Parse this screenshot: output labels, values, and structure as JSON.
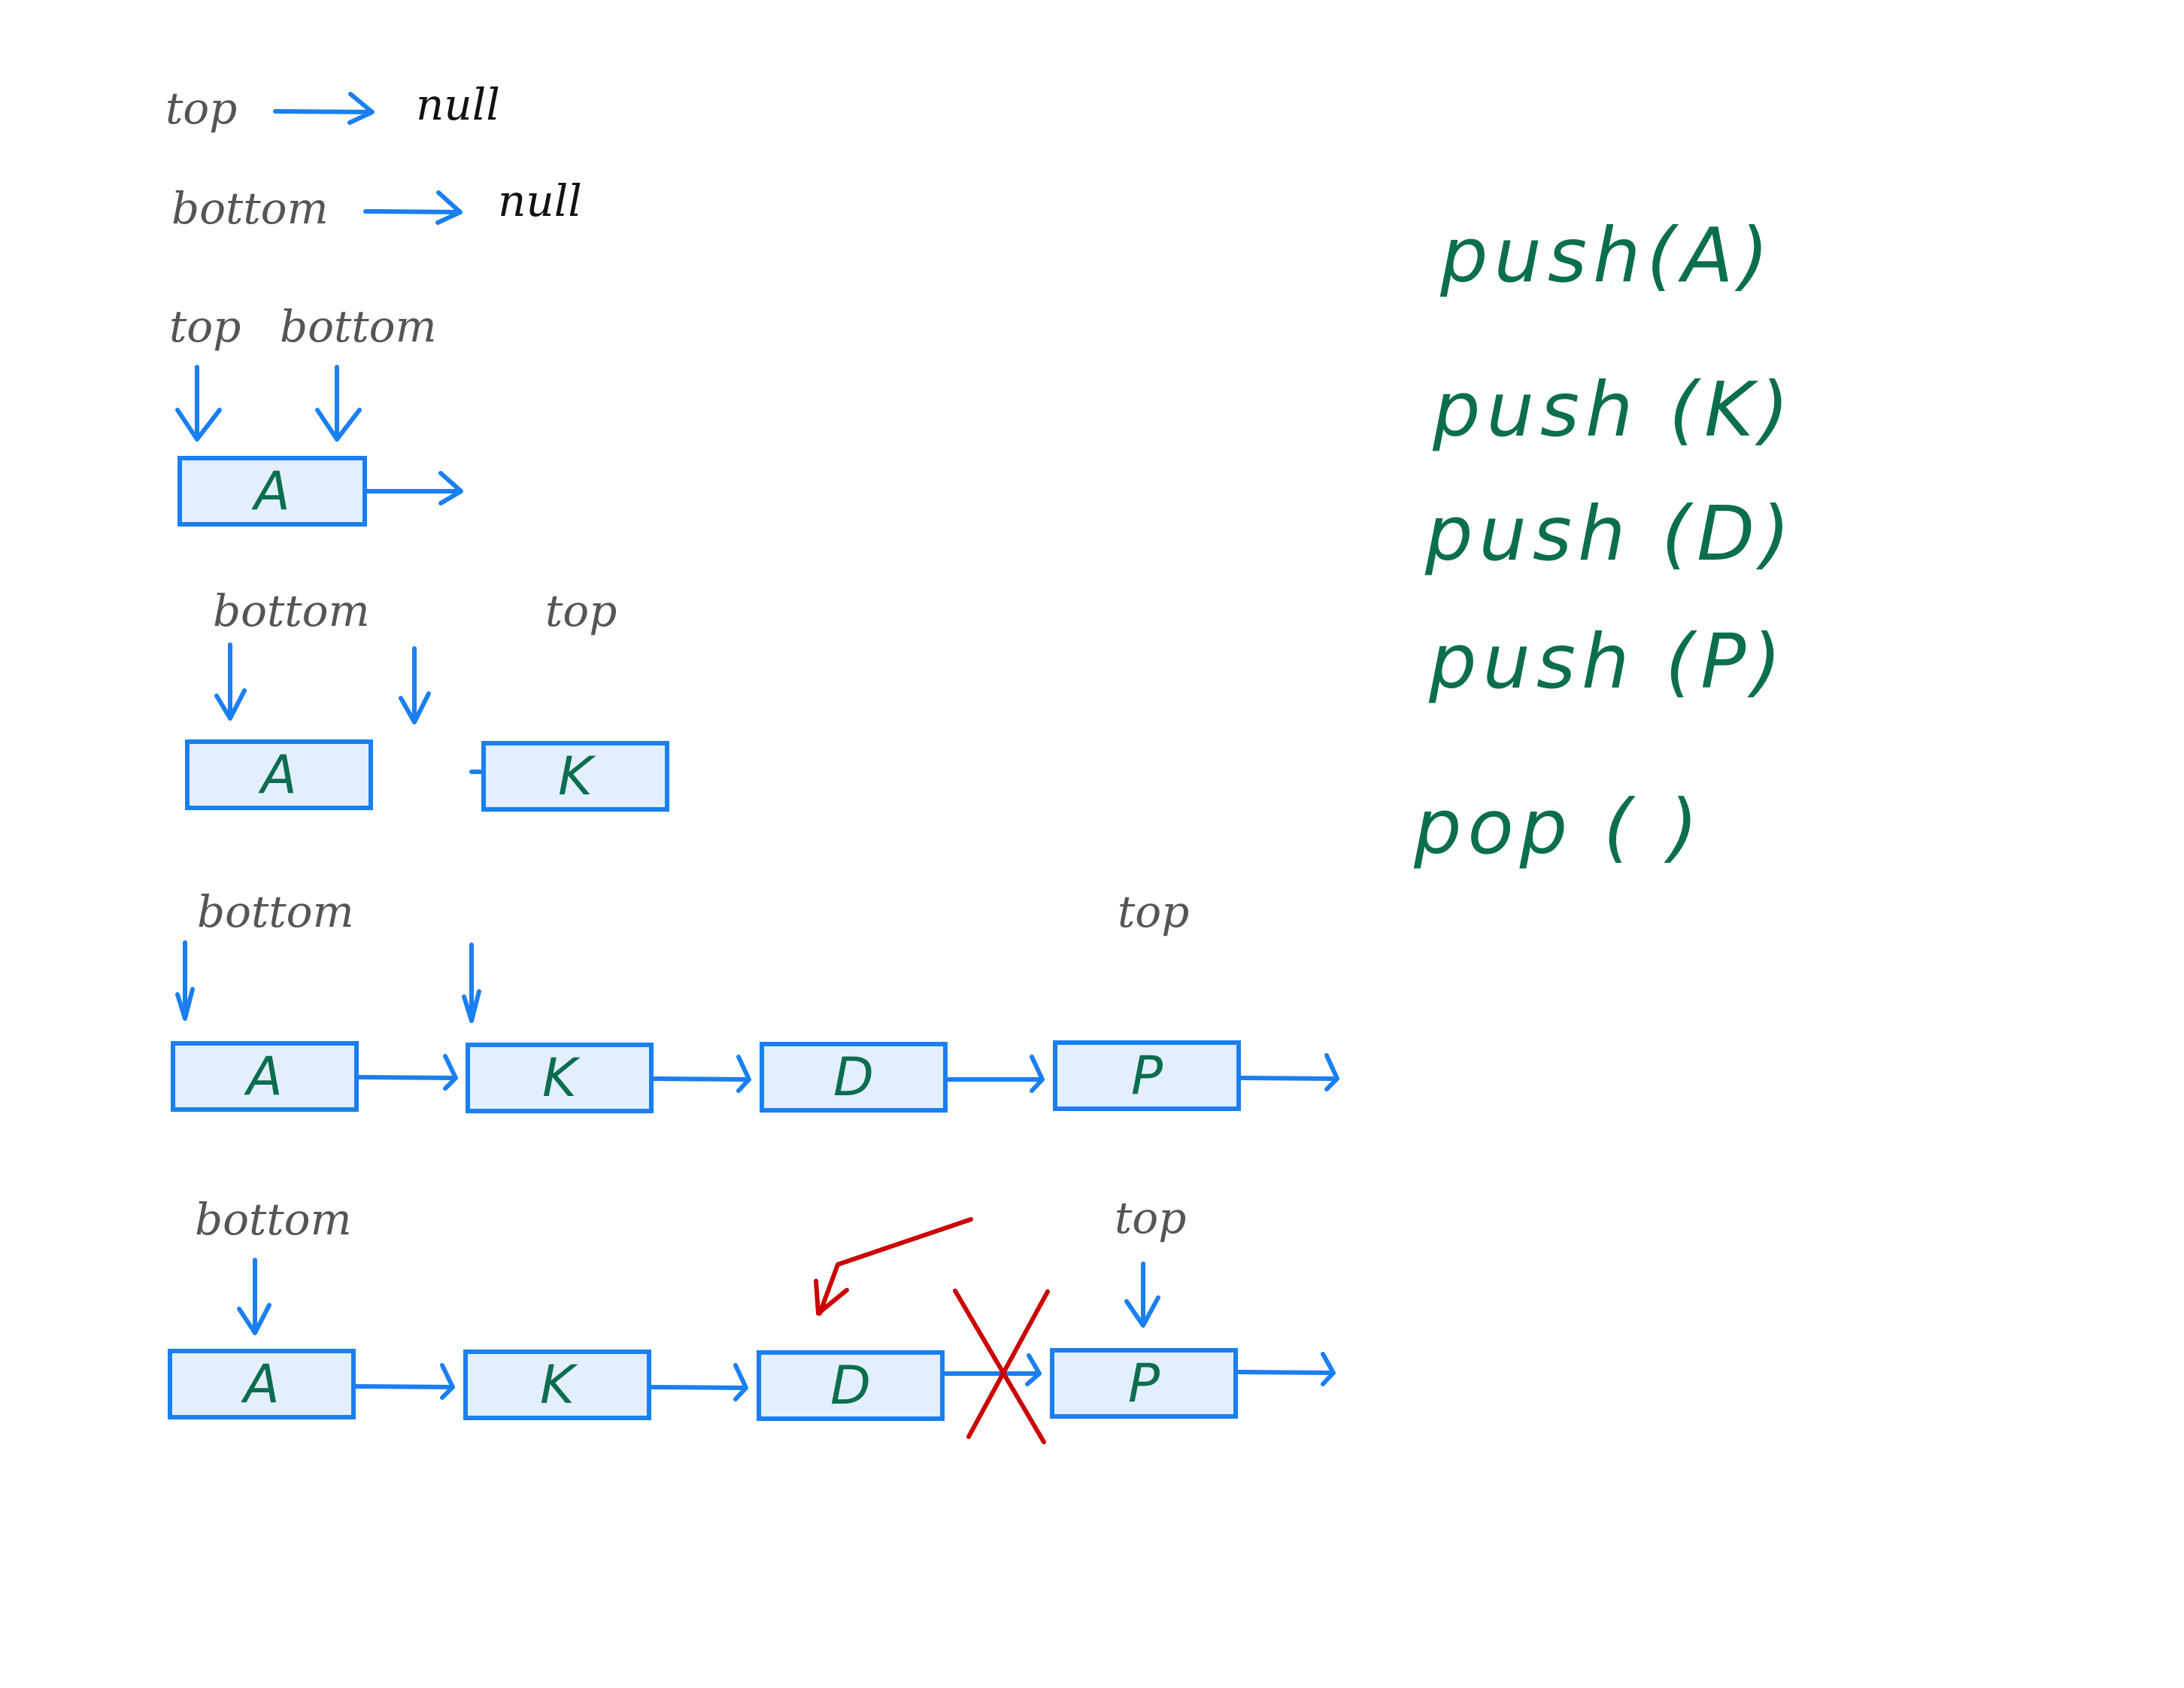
{
  "colors": {
    "arrow": "#1a7ff0",
    "node_fill": "#e3effd",
    "node_text": "#0b6e4f",
    "label_text": "#555555",
    "null_text": "#111111",
    "remove_mark": "#cc0000"
  },
  "initial_state": {
    "top_label": "top",
    "bottom_label": "bottom",
    "top_value": "null",
    "bottom_value": "null"
  },
  "diagrams": [
    {
      "id": "after-push-A",
      "pointer_labels": {
        "top": "top",
        "bottom": "bottom"
      },
      "nodes": [
        "A"
      ]
    },
    {
      "id": "after-push-K",
      "pointer_labels": {
        "top": "top",
        "bottom": "bottom"
      },
      "nodes": [
        "A",
        "K"
      ]
    },
    {
      "id": "after-push-D-P",
      "pointer_labels": {
        "top": "top",
        "bottom": "bottom"
      },
      "nodes": [
        "A",
        "K",
        "D",
        "P"
      ]
    },
    {
      "id": "pop",
      "pointer_labels": {
        "top": "top",
        "bottom": "bottom"
      },
      "nodes": [
        "A",
        "K",
        "D",
        "P"
      ],
      "removed_node": "P",
      "new_top": "D"
    }
  ],
  "operations": [
    "push(A)",
    "push (K)",
    "push (D)",
    "push (P)",
    "pop ( )"
  ]
}
